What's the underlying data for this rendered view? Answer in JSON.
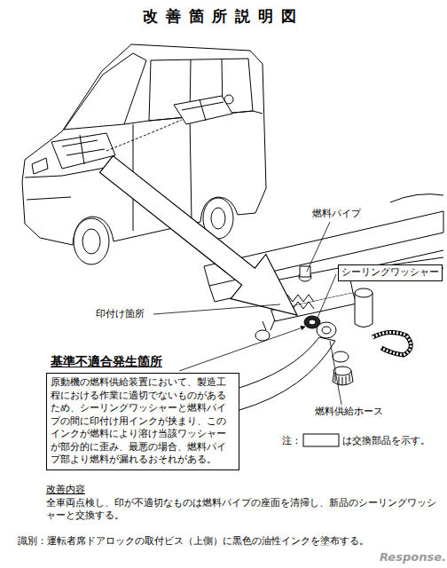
{
  "diagram": {
    "title": "改善箇所説明図",
    "nodes": [
      {
        "text": [
          "シーリングワッシャー"
        ]
      },
      {
        "text": [
          "基準不適合発生箇所",
          "原動機の燃料供給装置において、製造工程における作業に適切でないものがあるため、シーリングワッシャーと燃料パイプの間に印付け用インクが挟まり、このインクが燃料により溶け当該ワッシャーが部分的に歪み、最悪の場合、燃料パイプ部より燃料が漏れるおそれがある。"
        ]
      }
    ],
    "labels": [
      "燃料パイプ",
      "印付け箇所",
      "燃料供給ホース",
      "注：",
      "は交換部品を示す。",
      "改善内容",
      "全車両点検し、印が不適切なものは燃料パイプの座面を清掃し、新品のシーリングワッシャーと交換する。",
      "識別：運転者席ドアロックの取付ビス（上側）に黒色の油性インクを塗布する。",
      "Response."
    ]
  }
}
